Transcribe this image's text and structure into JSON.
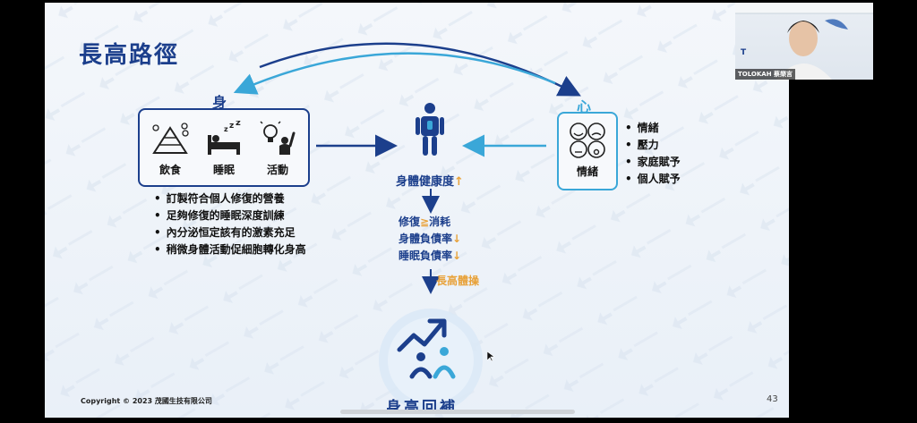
{
  "slide": {
    "title": "長高路徑",
    "body_label": "身",
    "mind_label": "心",
    "body_items": [
      {
        "label": "飲食",
        "icon": "food-pyramid-icon"
      },
      {
        "label": "睡眠",
        "icon": "sleep-bed-icon"
      },
      {
        "label": "活動",
        "icon": "activity-idea-icon"
      }
    ],
    "body_points": [
      "訂製符合個人修復的營養",
      "足夠修復的睡眠深度訓練",
      "內分泌恒定該有的激素充足",
      "稍微身體活動促細胞轉化身高"
    ],
    "mind_item": {
      "label": "情緒",
      "icon": "emotions-faces-icon"
    },
    "mind_points": [
      "情緒",
      "壓力",
      "家庭賦予",
      "個人賦予"
    ],
    "center": {
      "title": "身體健康度",
      "title_arrow": "↑",
      "metric_1_a": "修復",
      "metric_1_sym": "≧",
      "metric_1_b": "消耗",
      "metric_2": "身體負債率",
      "metric_2_arrow": "↓",
      "metric_3": "睡眠負債率",
      "metric_3_arrow": "↓",
      "exercise": "長高體操",
      "result": "身高回補"
    },
    "copyright": "Copyright © 2023 茂國生技有限公司",
    "page_number": "43",
    "colors": {
      "primary": "#1c3f8c",
      "accent": "#3aa7d8",
      "orange": "#e8a23a"
    }
  },
  "video": {
    "participant_label": "TOLOKAH 蔡樂言",
    "backdrop_text": "T"
  }
}
